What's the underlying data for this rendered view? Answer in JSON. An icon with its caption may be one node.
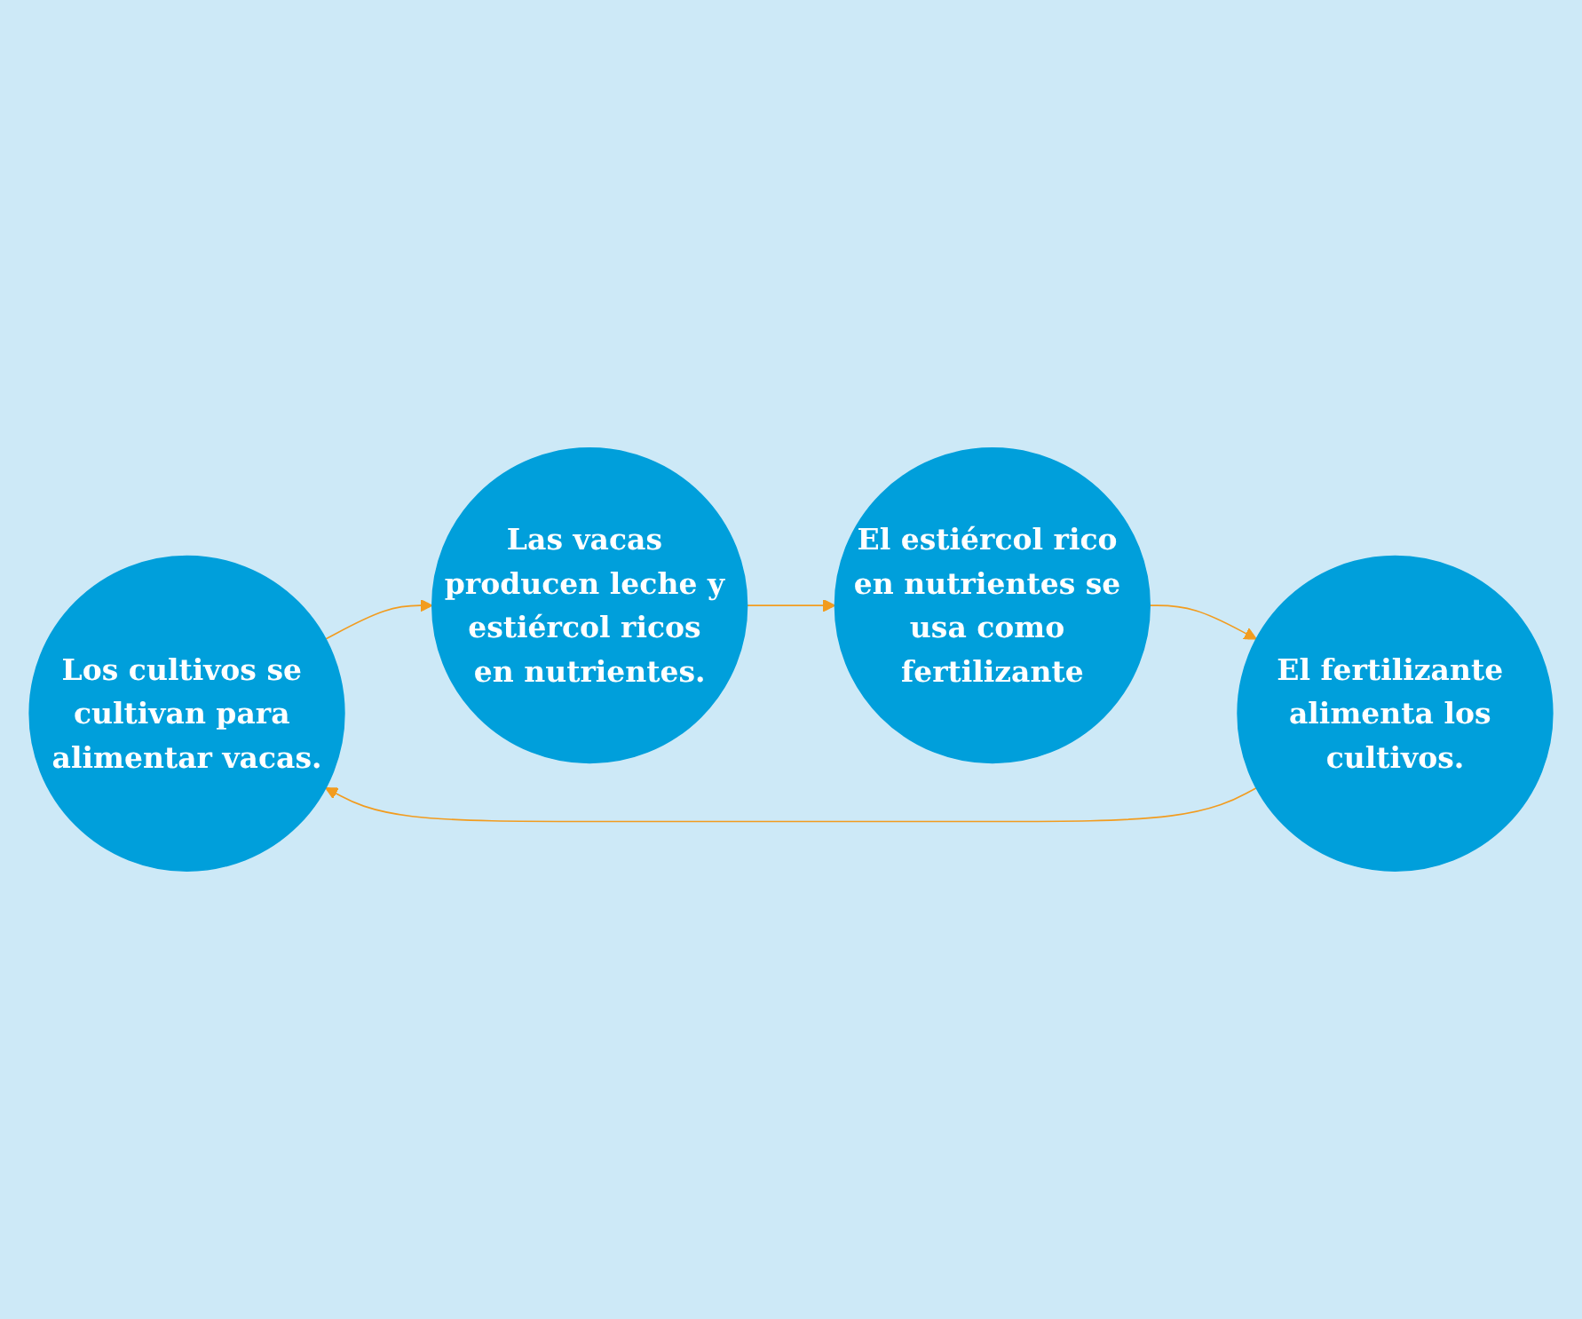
{
  "diagram": {
    "nodes": [
      {
        "text": [
          "Los cultivos se cultivan para alimentar vacas."
        ]
      },
      {
        "text": [
          "Las vacas producen leche y estiércol ricos en nutrientes."
        ]
      },
      {
        "text": [
          "El estiércol rico en nutrientes se usa como fertilizante"
        ]
      },
      {
        "text": [
          "El fertilizante alimenta los cultivos."
        ]
      }
    ],
    "edges": [
      {
        "from": 0,
        "to": 1,
        "arrow": "to",
        "color": "#f29c1f"
      },
      {
        "from": 1,
        "to": 2,
        "arrow": "to",
        "color": "#f29c1f"
      },
      {
        "from": 2,
        "to": 3,
        "arrow": "to",
        "color": "#f29c1f"
      },
      {
        "from": 3,
        "to": 0,
        "arrow": "to",
        "color": "#f29c1f"
      }
    ]
  }
}
